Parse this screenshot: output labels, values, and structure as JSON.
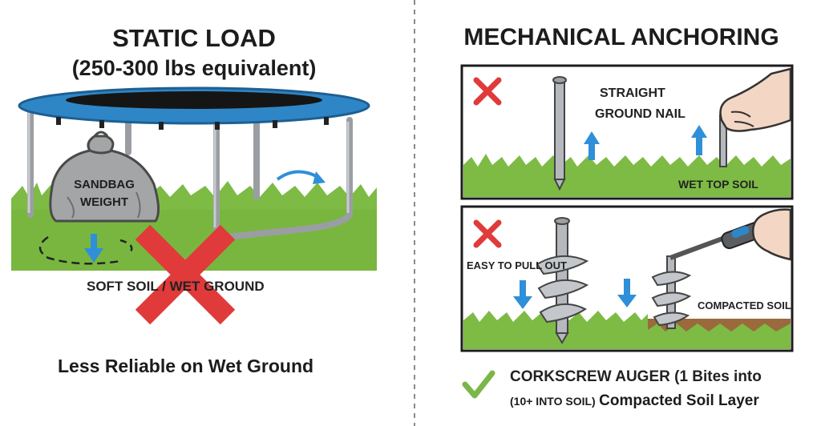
{
  "left": {
    "title": "STATIC LOAD",
    "subtitle": "(250-300 lbs equivalent)",
    "sandbag_line1": "SANDBAG",
    "sandbag_line2": "WEIGHT",
    "ground_label": "SOFT SOIL / WET GROUND",
    "footer": "Less Reliable on Wet Ground"
  },
  "right": {
    "title": "MECHANICAL ANCHORING",
    "panel1": {
      "label_line1": "STRAIGHT",
      "label_line2": "GROUND NAIL",
      "soil_label": "WET TOP SOIL"
    },
    "panel2": {
      "pull_label": "EASY TO PULL OUT",
      "soil_label": "COMPACTED SOIL"
    },
    "footer_line1": "CORKSCREW AUGER (1 Bites into",
    "footer_line2_small": "(10+ INTO SOIL)",
    "footer_line2_rest": "Compacted Soil Layer"
  },
  "colors": {
    "trampoline_blue": "#2f86c6",
    "grass_green": "#7dbb45",
    "cross_red": "#e03a3a",
    "arrow_blue": "#2f8fd8",
    "check_green": "#7ab648",
    "soil_brown": "#9a6a3c"
  },
  "icons": [
    "red-x-icon",
    "check-icon",
    "arrow-up-icon",
    "arrow-down-icon",
    "curved-arrow-icon"
  ]
}
